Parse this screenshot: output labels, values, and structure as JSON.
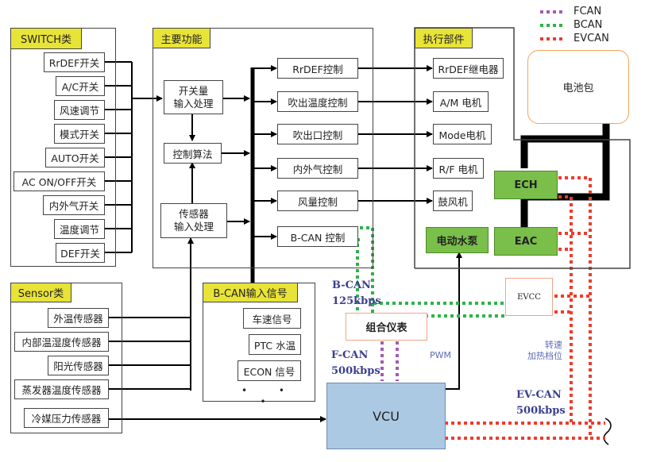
{
  "legend": [
    {
      "label": "FCAN",
      "color": "#a45ab6"
    },
    {
      "label": "BCAN",
      "color": "#2fb24a"
    },
    {
      "label": "EVCAN",
      "color": "#ef3b2c"
    }
  ],
  "switch_group": {
    "title": "SWITCH类",
    "items": [
      "RrDEF开关",
      "A/C开关",
      "风速调节",
      "模式开关",
      "AUTO开关",
      "AC ON/OFF开关",
      "内外气开关",
      "温度调节",
      "DEF开关"
    ]
  },
  "sensor_group": {
    "title": "Sensor类",
    "items": [
      "外温传感器",
      "内部温湿度传感器",
      "阳光传感器",
      "蒸发器温度传感器",
      "冷媒压力传感器"
    ]
  },
  "main_functions": {
    "title": "主要功能",
    "switch_input": "开关量\n输入处理",
    "control_algorithm": "控制算法",
    "sensor_input": "传感器\n输入处理",
    "controls": [
      "RrDEF控制",
      "吹出温度控制",
      "吹出口控制",
      "内外气控制",
      "风量控制",
      "B-CAN 控制"
    ]
  },
  "bcan_inputs": {
    "title": "B-CAN输入信号",
    "items": [
      "车速信号",
      "PTC 水温",
      "ECON 信号"
    ],
    "ellipsis": "•  •  •"
  },
  "actuators": {
    "title": "执行部件",
    "items": [
      "RrDEF继电器",
      "A/M 电机",
      "Mode电机",
      "R/F 电机",
      "鼓风机"
    ],
    "water_pump": "电动水泵",
    "ech": "ECH",
    "eac": "EAC"
  },
  "battery_pack": "电池包",
  "vcu": "VCU",
  "cluster": "组合仪表",
  "evcc": "EVCC",
  "bus_labels": {
    "bcan": "B-CAN\n125kbps",
    "fcan": "F-CAN\n500kbps",
    "evcan": "EV-CAN\n500kbps",
    "pwm": "PWM",
    "evcan_note": "转速\n加热档位"
  }
}
